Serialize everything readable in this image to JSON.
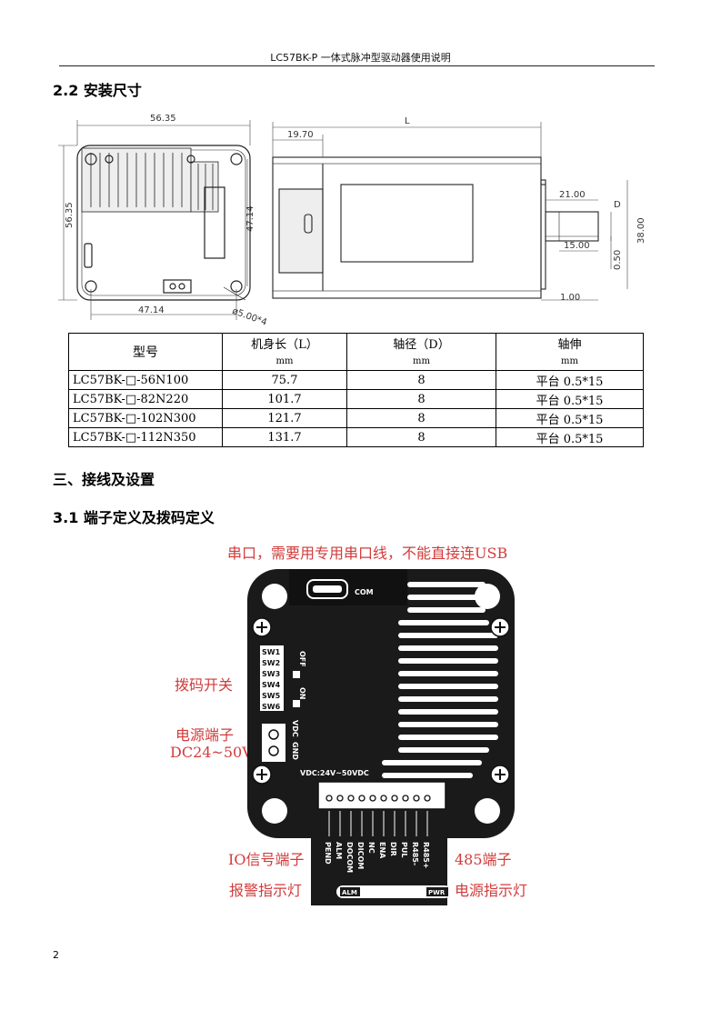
{
  "header": {
    "title": "LC57BK-P 一体式脉冲型驱动器使用说明"
  },
  "section_2_2": {
    "title": "2.2 安装尺寸"
  },
  "drawing": {
    "dim_top_width": "56.35",
    "dim_left_height": "56.35",
    "dim_inner_height": "47.14",
    "dim_bottom_width": "47.14",
    "dim_hole": "ø5.00*4",
    "dim_L": "L",
    "dim_flange": "19.70",
    "dim_shaft_len": "21.00",
    "dim_D": "D",
    "dim_flat_len": "15.00",
    "dim_boss": "38.00",
    "dim_flat_depth": "0.50",
    "dim_step": "1.00"
  },
  "spec_table": {
    "headers": {
      "model": "型号",
      "length": "机身长（L）",
      "diameter": "轴径（D）",
      "extension": "轴伸",
      "unit": "mm"
    },
    "rows": [
      {
        "model": "LC57BK-□-56N100",
        "length": "75.7",
        "diameter": "8",
        "extension": "平台 0.5*15"
      },
      {
        "model": "LC57BK-□-82N220",
        "length": "101.7",
        "diameter": "8",
        "extension": "平台 0.5*15"
      },
      {
        "model": "LC57BK-□-102N300",
        "length": "121.7",
        "diameter": "8",
        "extension": "平台 0.5*15"
      },
      {
        "model": "LC57BK-□-112N350",
        "length": "131.7",
        "diameter": "8",
        "extension": "平台 0.5*15"
      }
    ]
  },
  "section_3": {
    "title": "三、接线及设置"
  },
  "section_3_1": {
    "title": "3.1 端子定义及拨码定义"
  },
  "annotations": {
    "serial": "串口，需要用专用串口线，不能直接连USB",
    "dip": "拨码开关",
    "power_terminal_1": "电源端子",
    "power_terminal_2": "DC24~50V",
    "io_terminal": "IO信号端子",
    "alarm_led": "报警指示灯",
    "rs485": "485端子",
    "power_led": "电源指示灯"
  },
  "board": {
    "com": "COM",
    "sw": [
      "SW1",
      "SW2",
      "SW3",
      "SW4",
      "SW5",
      "SW6"
    ],
    "off": "OFF",
    "on": "ON",
    "vdc": "VDC",
    "gnd": "GND",
    "vdc_range": "VDC:24V~50VDC",
    "pins": [
      "PEND",
      "ALM",
      "DOCOM",
      "DICOM",
      "NC",
      "ENA",
      "DIR",
      "PUL",
      "R485-",
      "R485+"
    ],
    "alm": "ALM",
    "pwr": "PWR"
  },
  "footer": {
    "page": "2"
  }
}
